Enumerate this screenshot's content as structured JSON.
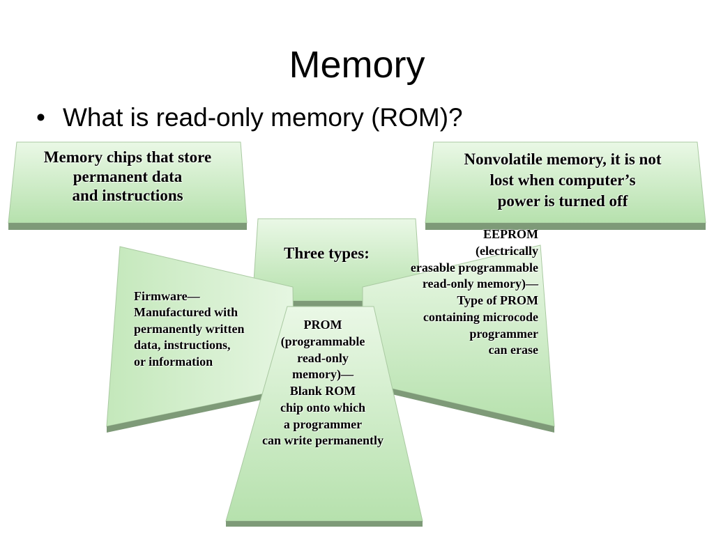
{
  "slide": {
    "title": "Memory",
    "bullet": "What is read-only memory (ROM)?"
  },
  "colors": {
    "shape_fill_light": "#e8f7e4",
    "shape_fill_dark": "#b9e3b0",
    "shape_edge": "#7e9a78"
  },
  "boxes": {
    "top_left": {
      "lines": [
        "Memory chips that store",
        "permanent data",
        "and instructions"
      ]
    },
    "top_right": {
      "lines": [
        "Nonvolatile memory, it is not",
        "lost when computer’s",
        "power is turned off"
      ]
    },
    "center": {
      "label": "Three types:"
    },
    "firmware": {
      "lines": [
        "Firmware—",
        "Manufactured with",
        "permanently written",
        "data, instructions,",
        "or information"
      ]
    },
    "prom": {
      "lines": [
        "PROM",
        "(programmable",
        "read-only",
        "memory)—",
        "Blank ROM",
        "chip onto which",
        "a programmer",
        "can write permanently"
      ]
    },
    "eeprom": {
      "lines": [
        "EEPROM",
        "(electrically",
        "erasable programmable",
        "read-only memory)—",
        "Type of PROM",
        "containing microcode",
        "programmer",
        "can erase"
      ]
    }
  }
}
